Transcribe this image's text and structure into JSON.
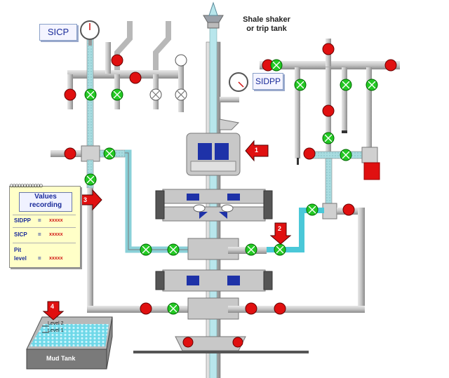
{
  "labels": {
    "sicp": "SICP",
    "sidpp": "SIDPP",
    "shaker_line1": "Shale shaker",
    "shaker_line2": "or trip tank",
    "mud_tank": "Mud Tank",
    "level2": "Level 2",
    "level1": "Level 1"
  },
  "notepad": {
    "title_line1": "Values",
    "title_line2": "recording",
    "rows": [
      {
        "name": "SIDPP",
        "eq": "=",
        "value": "xxxxx"
      },
      {
        "name": "SICP",
        "eq": "=",
        "value": "xxxxx"
      },
      {
        "name": "Pit",
        "eq": "",
        "value": ""
      },
      {
        "name": "level",
        "eq": "=",
        "value": "xxxxx"
      }
    ]
  },
  "steps": [
    "1",
    "2",
    "3",
    "4"
  ],
  "colors": {
    "valve_open": "#22c822",
    "valve_closed": "#e01010",
    "valve_neutral": "#ffffff",
    "pipe": "#c8c8c8",
    "fluid": "#a8dce0",
    "arrow": "#e01010",
    "rams": "#1e32a8"
  }
}
